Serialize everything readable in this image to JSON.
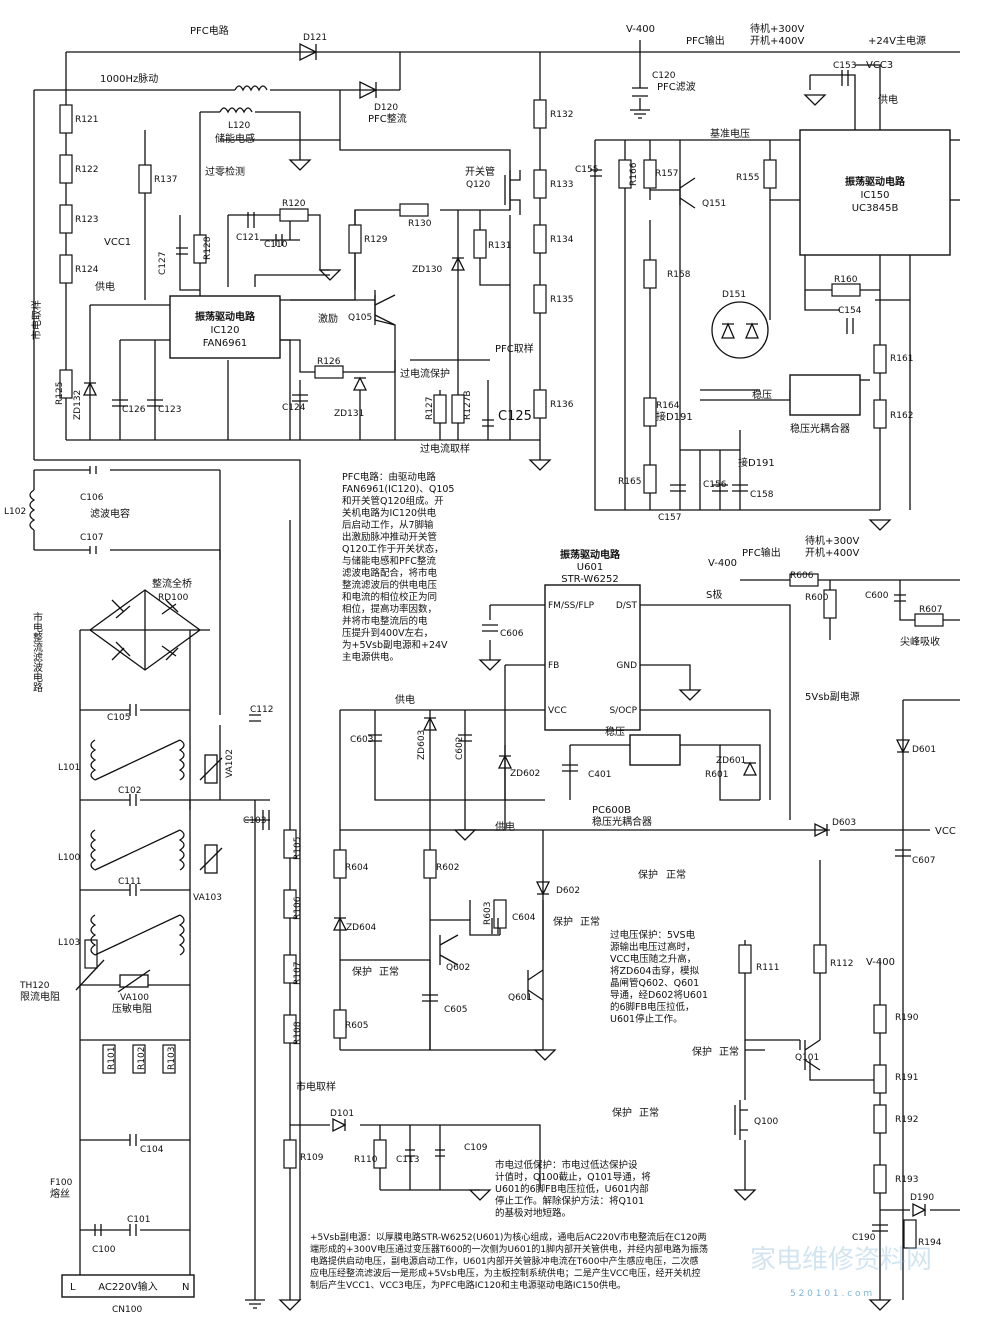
{
  "labels": {
    "pfc_circuit": "PFC电路",
    "pulse_1000hz": "1000Hz脉动",
    "pfc_rectify": "PFC整流",
    "energy_inductor": "储能电感",
    "zero_detect": "过零检测",
    "switch_tube": "开关管",
    "drive": "激励",
    "pfc_sample": "PFC取样",
    "overcurrent_protect": "过电流保护",
    "overcurrent_sample": "过电流取样",
    "power_supply": "供电",
    "mains_sample": "市电取样",
    "mains_sample_bottom": "市电取样",
    "filter_cap": "滤波电容",
    "rect_bridge": "整流全桥",
    "mains_rect_filter": "市电整流滤波电路",
    "pfc_output": "PFC输出",
    "pfc_filter": "PFC滤波",
    "standby_300": "待机+300V",
    "on_400": "开机+400V",
    "v400": "V-400",
    "main_24v": "+24V主电源",
    "ref_voltage": "基准电压",
    "regulate": "稳压",
    "optocoupler": "稳压光耦合器",
    "spike_absorb": "尖峰吸收",
    "s_pole": "S极",
    "sub_5vsb": "5Vsb副电源",
    "pc600b": "PC600B",
    "protect": "保护",
    "normal": "正常",
    "vcc": "VCC",
    "vcc1": "VCC1",
    "vcc3": "VCC3",
    "varistor": "压敏电阻",
    "current_limit": "限流电阻",
    "fuse": "熔丝",
    "ac_input": "AC220V输入",
    "l": "L",
    "n": "N",
    "connect_d191_b": "接D191",
    "connect_d191_a": "接D191"
  },
  "ics": {
    "ic120": {
      "title": "振荡驱动电路",
      "ref": "IC120",
      "model": "FAN6961"
    },
    "ic150": {
      "title": "振荡驱动电路",
      "ref": "IC150",
      "model": "UC3845B"
    },
    "u601": {
      "title": "振荡驱动电路",
      "ref": "U601",
      "model": "STR-W6252"
    }
  },
  "u601_pins": {
    "fm": "FM/SS/FLP",
    "dst": "D/ST",
    "fb": "FB",
    "gnd": "GND",
    "vcc": "VCC",
    "socp": "S/OCP"
  },
  "notes": {
    "pfc": [
      "PFC电路：由驱动电路",
      "FAN6961(IC120)、Q105",
      "和开关管Q120组成。开",
      "关机电路为IC120供电",
      "后启动工作，从7脚输",
      "出激励脉冲推动开关管",
      "Q120工作于开关状态，",
      "与储能电感和PFC整流",
      "滤波电路配合，将市电",
      "整流滤波后的供电电压",
      "和电流的相位校正为同",
      "相位，提高功率因数，",
      "并将市电整流后的电",
      "压提升到400V左右，",
      "为+5Vsb副电源和+24V",
      "主电源供电。"
    ],
    "overvoltage": [
      "过电压保护：5VS电",
      "源输出电压过高时，",
      "VCC电压随之升高，",
      "将ZD604击穿，模拟",
      "晶闸管Q602、Q601",
      "导通，经D602将U601",
      "的6脚FB电压拉低，",
      "U601停止工作。"
    ],
    "undervoltage": [
      "市电过低保护：市电过低达保护设",
      "计值时，Q100截止，Q101导通，将",
      "U601的6脚FB电压拉低，U601内部",
      "停止工作。解除保护方法：将Q101",
      "的基极对地短路。"
    ],
    "sub": [
      "+5Vsb副电源：以厚膜电路STR-W6252(U601)为核心组成，通电后AC220V市电整流后在C120两",
      "端形成的+300V电压通过变压器T600的一次侧为U601的1脚内部开关管供电，并经内部电路为振荡",
      "电路提供启动电压，副电源启动工作，U601内部开关管脉冲电流在T600中产生感应电压，二次感",
      "应电压经整流滤波后一是形成+5Vsb电压，为主板控制系统供电；二是产生VCC电压，经开关机控",
      "制后产生VCC1、VCC3电压，为PFC电路IC120和主电源驱动电路IC150供电。"
    ]
  },
  "components": {
    "r121": "R121",
    "r122": "R122",
    "r123": "R123",
    "r124": "R124",
    "r125": "R125",
    "r137": "R137",
    "r128": "R128",
    "r120": "R120",
    "r129": "R129",
    "r130": "R130",
    "r131": "R131",
    "r126": "R126",
    "r127": "R127",
    "r127b": "R127B",
    "r132": "R132",
    "r133": "R133",
    "r134": "R134",
    "r135": "R135",
    "r136": "R136",
    "c127": "C127",
    "c121": "C121",
    "c110": "C110",
    "c126": "C126",
    "c123": "C123",
    "c124": "C124",
    "c125": "C125",
    "c106": "C106",
    "c107": "C107",
    "c120": "C120",
    "zd132": "ZD132",
    "zd130": "ZD130",
    "zd131": "ZD131",
    "d121": "D121",
    "d120": "D120",
    "l120": "L120",
    "l102": "L102",
    "q105": "Q105",
    "q120": "Q120",
    "rd100": "RD100",
    "c155": "C155",
    "r166": "R166",
    "r157": "R157",
    "q151": "Q151",
    "r155": "R155",
    "r158": "R158",
    "d151": "D151",
    "r164": "R164",
    "r165": "R165",
    "c157": "C157",
    "c156": "C156",
    "c158": "C158",
    "c153": "C153",
    "r160": "R160",
    "c154": "C154",
    "r161": "R161",
    "r162": "R162",
    "r606": "R606",
    "r600": "R600",
    "c600": "C600",
    "r607": "R607",
    "c606": "C606",
    "c603": "C603",
    "zd603": "ZD603",
    "c602": "C602",
    "zd602": "ZD602",
    "c401": "C401",
    "r601": "R601",
    "zd601": "ZD601",
    "d601": "D601",
    "d603": "D603",
    "c607": "C607",
    "r604": "R604",
    "zd604": "ZD604",
    "r602": "R602",
    "r603": "R603",
    "c604": "C604",
    "q602": "Q602",
    "d602": "D602",
    "q601": "Q601",
    "c605": "C605",
    "r605": "R605",
    "r111": "R111",
    "r112": "R112",
    "q101": "Q101",
    "q100": "Q100",
    "r190": "R190",
    "r191": "R191",
    "r192": "R192",
    "r193": "R193",
    "r194": "R194",
    "c190": "C190",
    "d190": "D190",
    "c105": "C105",
    "l101": "L101",
    "va102": "VA102",
    "c102": "C102",
    "c103": "C103",
    "l100": "L100",
    "c111": "C111",
    "va103": "VA103",
    "l103": "L103",
    "va100": "VA100",
    "th120": "TH120",
    "r101": "R101",
    "r102": "R102",
    "r103": "R103",
    "c104": "C104",
    "f100": "F100",
    "c100": "C100",
    "c101": "C101",
    "cn100": "CN100",
    "c112": "C112",
    "r105": "R105",
    "r106": "R106",
    "r107": "R107",
    "r108": "R108",
    "r109": "R109",
    "d101": "D101",
    "r110": "R110",
    "c113": "C113",
    "c109": "C109"
  },
  "watermark": "家电维修资料网",
  "watermark_url": "5 2 0 1 0 1 . c o m"
}
